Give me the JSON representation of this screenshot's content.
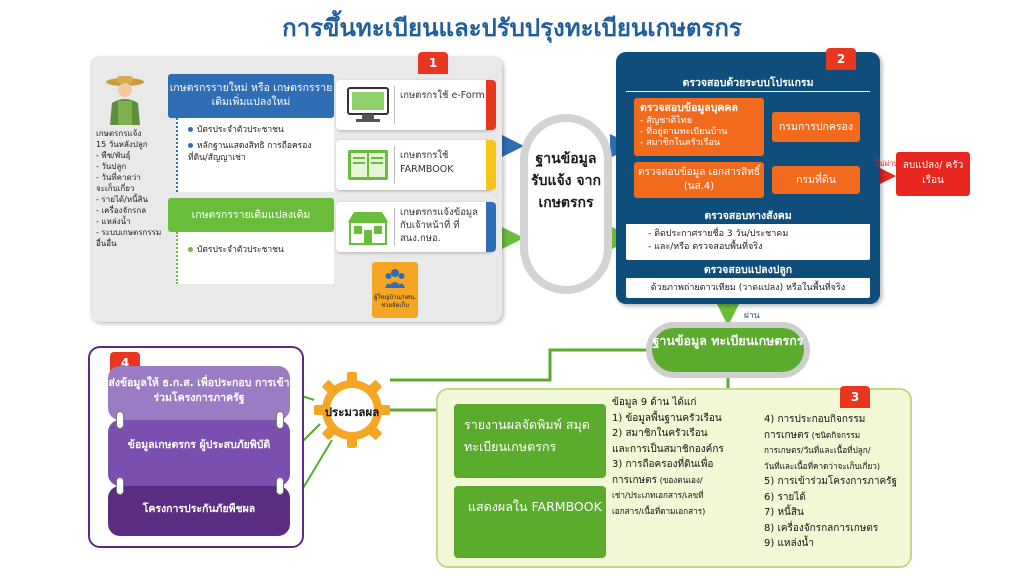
{
  "title": "การขึ้นทะเบียนและปรับปรุงทะเบียนเกษตรกร",
  "panel1": {
    "badge": "1",
    "farmer_lines": [
      "เกษตรกรแจ้ง",
      "15 วันหลังปลูก",
      "- พืช/พันธุ์",
      "- วันปลูก",
      "- วันที่คาดว่า",
      "  จะเก็บเกี่ยว",
      "- รายได้/หนี้สิน",
      "- เครื่องจักรกล",
      "- แหล่งน้ำ",
      "- ระบบเกษตรกรรม",
      "  อื่นอื่น"
    ],
    "new_farmer_header": "เกษตรกรรายใหม่ หรือ เกษตรกรรายเดิมเพิ่มแปลงใหม่",
    "new_farmer_docs": [
      "บัตรประจำตัวประชาชน",
      "หลักฐานแสดงสิทธิ การถือครองที่ดิน/สัญญาเช่า"
    ],
    "old_farmer_header": "เกษตรกรรายเดิมแปลงเดิม",
    "old_farmer_docs": [
      "บัตรประจำตัวประชาชน"
    ],
    "options": [
      {
        "label": "เกษตรกรใช้ e-Form"
      },
      {
        "label": "เกษตรกรใช้ FARMBOOK"
      },
      {
        "label": "เกษตรกรแจ้งข้อมูลกับเจ้าหน้าที่ ที่ สนง.กษอ."
      }
    ],
    "helper_label": "ผู้ใหญ่บ้าน/กศน. ช่วยจัดเก็บ"
  },
  "center_db": "ฐานข้อมูล รับแจ้ง จาก เกษตรกร",
  "panel2": {
    "badge": "2",
    "header": "ตรวจสอบด้วยระบบโปรแกรม",
    "personal_check": {
      "title": "ตรวจสอบข้อมูลบุคคล",
      "items": [
        "- สัญชาติไทย",
        "- ที่อยู่ตามทะเบียนบ้าน",
        "- สมาชิกในครัวเรือน"
      ]
    },
    "dopa": "กรมการปกครอง",
    "land_check": "ตรวจสอบข้อมูล เอกสารสิทธิ์ (นส.4)",
    "land_dept": "กรมที่ดิน",
    "social_header": "ตรวจสอบทางสังคม",
    "social_items": [
      "- ติดประกาศรายชื่อ 3 วัน/ประชาคม",
      "- และ/หรือ ตรวจสอบพื้นที่จริง"
    ],
    "plot_header": "ตรวจสอบแปลงปลูก",
    "plot_body": "ด้วยภาพถ่ายดาวเทียม (วาดแปลง) หรือในพื้นที่จริง",
    "fail_label": "ไม่ผ่าน",
    "reject_box": "ลบแปลง/ ครัวเรือน",
    "pass_label": "ผ่าน"
  },
  "farmer_db": "ฐานข้อมูล ทะเบียนเกษตรกร",
  "panel3": {
    "badge": "3",
    "report_box": "รายงานผลจัดพิมพ์ สมุดทะเบียนเกษตรกร",
    "farmbook_box": "แสดงผลใน FARMBOOK",
    "items_header": "ข้อมูล 9 ด้าน ได้แก่",
    "col1": [
      {
        "main": "1) ข้อมูลพื้นฐานครัวเรือน",
        "sub": ""
      },
      {
        "main": "2) สมาชิกในครัวเรือน",
        "sub": ""
      },
      {
        "main": "    และการเป็นสมาชิกองค์กร",
        "sub": ""
      },
      {
        "main": "3) การถือครองที่ดินเพื่อ",
        "sub": ""
      },
      {
        "main": "    การเกษตร",
        "sub": " (ของตนเอง/"
      },
      {
        "main": "",
        "sub": "    เช่า/ประเภทเอกสาร/เลขที่"
      },
      {
        "main": "",
        "sub": "    เอกสาร/เนื้อที่ตามเอกสาร)"
      }
    ],
    "col2": [
      {
        "main": "4) การประกอบกิจกรรม",
        "sub": ""
      },
      {
        "main": "    การเกษตร",
        "sub": " (ชนิดกิจกรรม"
      },
      {
        "main": "",
        "sub": "    การเกษตร/วันที่และเนื้อที่ปลูก/"
      },
      {
        "main": "",
        "sub": "    วันที่และเนื้อที่คาดว่าจะเก็บเกี่ยว)"
      },
      {
        "main": "5) การเข้าร่วมโครงการภาครัฐ",
        "sub": ""
      },
      {
        "main": "6) รายได้",
        "sub": ""
      },
      {
        "main": "7) หนี้สิน",
        "sub": ""
      },
      {
        "main": "8) เครื่องจักรกลการเกษตร",
        "sub": ""
      },
      {
        "main": "9) แหล่งน้ำ",
        "sub": ""
      }
    ]
  },
  "gear_label": "ประมวลผล",
  "panel4": {
    "badge": "4",
    "items": [
      "ส่งข้อมูลให้ ธ.ก.ส. เพื่อประกอบ การเข้าร่วมโครงการภาครัฐ",
      "ข้อมูลเกษตรกร ผู้ประสบภัยพิบัติ",
      "โครงการประกันภัยพืชผล"
    ]
  },
  "colors": {
    "title": "#1f5f9e",
    "blue": "#2f6db5",
    "green": "#5bab2c",
    "navy": "#0f4d7a",
    "orange": "#f26b1d",
    "red": "#e8261f",
    "purple": "#5a2d82"
  }
}
